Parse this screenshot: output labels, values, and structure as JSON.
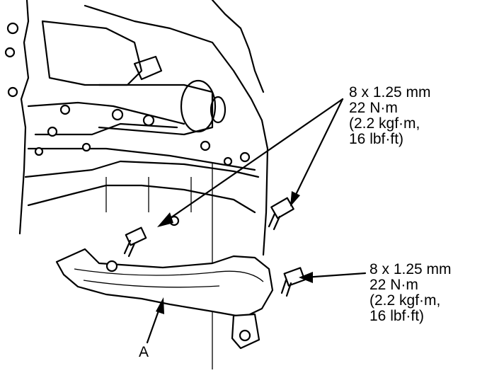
{
  "callouts": {
    "upper": [
      "8 x 1.25 mm",
      "22 N·m",
      "(2.2 kgf·m,",
      "16 lbf·ft)"
    ],
    "lower": [
      "8 x 1.25 mm",
      "22 N·m",
      "(2.2 kgf·m,",
      "16 lbf·ft)"
    ]
  },
  "part_label": "A",
  "icons": [
    "bolt-icon",
    "arrow-icon",
    "splash-shield-icon",
    "transmission-icon"
  ]
}
